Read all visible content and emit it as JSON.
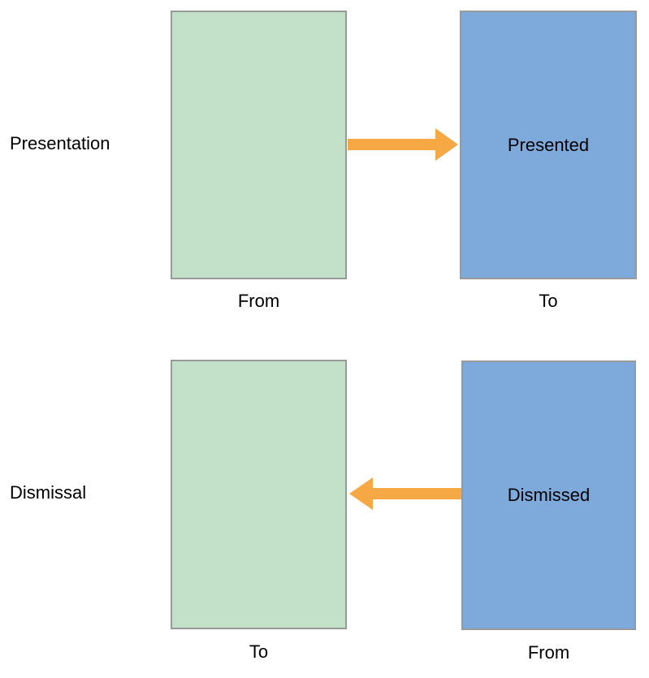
{
  "colors": {
    "background": "#FFFFFF",
    "green_box": "#C3E0C9",
    "blue_box": "#7EA9DB",
    "arrow": "#F5A843",
    "box_border": "#999999",
    "text": "#000000"
  },
  "rows": [
    {
      "label": "Presentation",
      "left_box": {
        "color": "green",
        "text": "",
        "caption": "From"
      },
      "right_box": {
        "color": "blue",
        "text": "Presented",
        "caption": "To"
      },
      "arrow": {
        "direction": "right"
      }
    },
    {
      "label": "Dismissal",
      "left_box": {
        "color": "green",
        "text": "",
        "caption": "To"
      },
      "right_box": {
        "color": "blue",
        "text": "Dismissed",
        "caption": "From"
      },
      "arrow": {
        "direction": "left"
      }
    }
  ]
}
